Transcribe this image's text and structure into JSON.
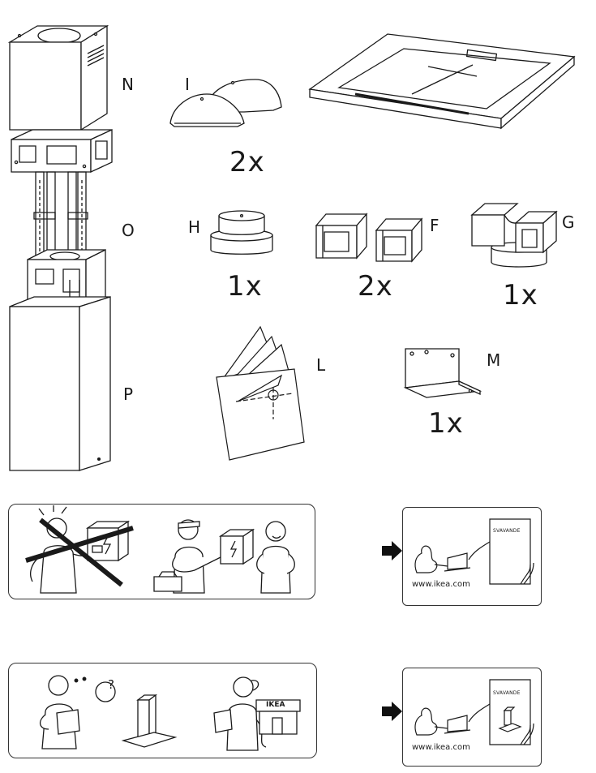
{
  "parts": {
    "N": {
      "letter": "N"
    },
    "O": {
      "letter": "O"
    },
    "P": {
      "letter": "P"
    },
    "I": {
      "letter": "I",
      "qty": "2x"
    },
    "H": {
      "letter": "H",
      "qty": "1x"
    },
    "F": {
      "letter": "F",
      "qty": "2x"
    },
    "G": {
      "letter": "G",
      "qty": "1x"
    },
    "L": {
      "letter": "L"
    },
    "M": {
      "letter": "M",
      "qty": "1x"
    }
  },
  "info_cards": [
    {
      "url": "www.ikea.com",
      "book_title": "SVAVANDE"
    },
    {
      "url": "www.ikea.com",
      "book_title": "SVAVANDE"
    }
  ],
  "store_sign": "IKEA",
  "question_mark": "?",
  "icons": [
    "chimney-icon",
    "hood-icon",
    "half-cover-icon",
    "adapter-ring-icon",
    "connector-icon",
    "damper-icon",
    "manual-icon",
    "bracket-icon",
    "electrician-icon",
    "help-icon",
    "arrow-icon",
    "person-computer-icon",
    "booklet-icon"
  ]
}
